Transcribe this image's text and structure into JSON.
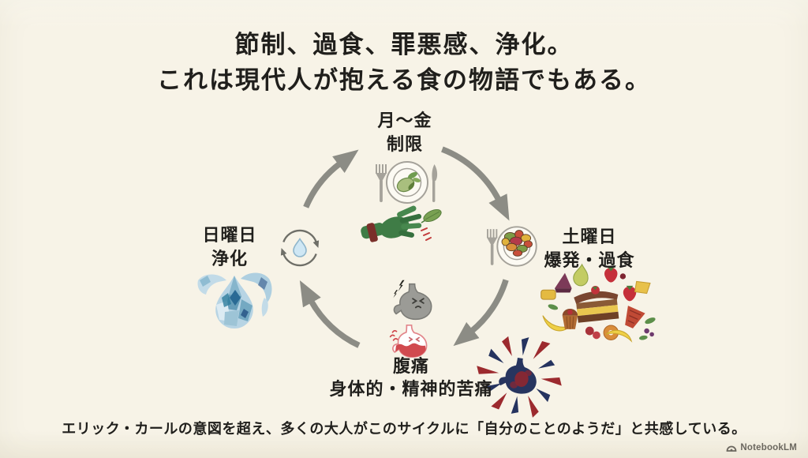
{
  "theme": {
    "bg": "#f7f3e7",
    "ink": "#201f1c",
    "arrow": "#8c8c85",
    "wm": "#6b675f"
  },
  "title": {
    "line1": "節制、過食、罪悪感、浄化。",
    "line2": "これは現代人が抱える食の物語でもある。"
  },
  "cycle": {
    "direction": "clockwise",
    "stages": [
      {
        "id": "restriction",
        "line1": "月〜金",
        "line2": "制限",
        "icons": [
          "healthy-plate-icon",
          "hand-holding-leaf-icon"
        ]
      },
      {
        "id": "binge",
        "line1": "土曜日",
        "line2": "爆発・過食",
        "icons": [
          "overflowing-plate-icon",
          "food-pile-illustration"
        ]
      },
      {
        "id": "pain",
        "line1": "腹痛",
        "line2": "身体的・精神的苦痛",
        "icons": [
          "aching-stomach-icon",
          "burning-stomach-icon",
          "stomach-collage-illustration"
        ]
      },
      {
        "id": "purge",
        "line1": "日曜日",
        "line2": "浄化",
        "icons": [
          "water-cycle-icon",
          "water-drop-collage-illustration"
        ]
      }
    ]
  },
  "caption": "エリック・カールの意図を超え、多くの大人がこのサイクルに「自分のことのようだ」と共感している。",
  "watermark": {
    "brand": "NotebookLM"
  }
}
